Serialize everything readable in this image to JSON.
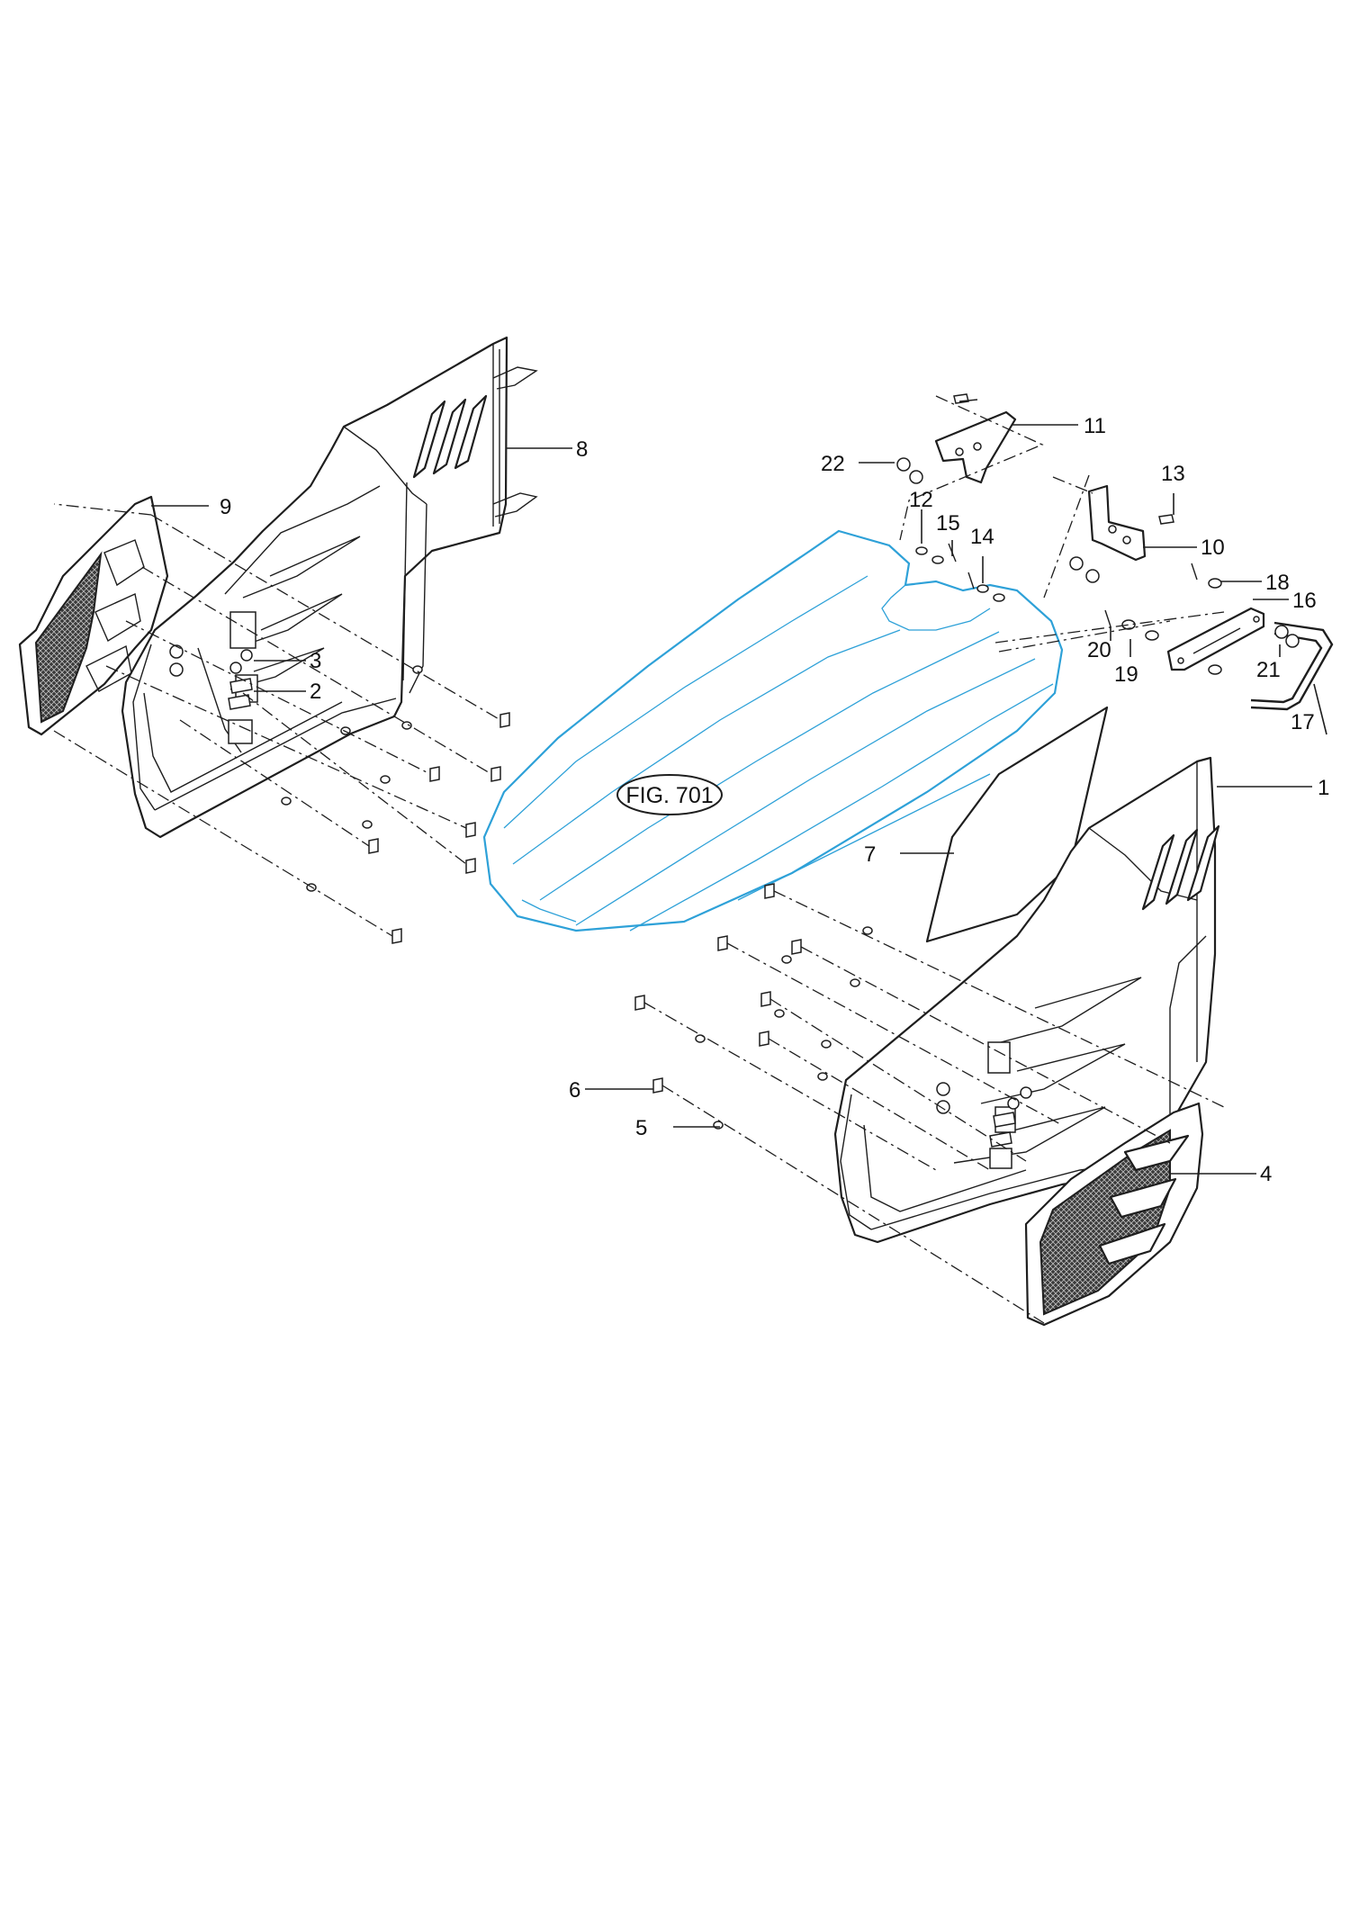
{
  "figure_reference": "FIG. 701",
  "callouts": [
    {
      "id": "c1",
      "label": "1"
    },
    {
      "id": "c2",
      "label": "2"
    },
    {
      "id": "c3",
      "label": "3"
    },
    {
      "id": "c4",
      "label": "4"
    },
    {
      "id": "c5",
      "label": "5"
    },
    {
      "id": "c6",
      "label": "6"
    },
    {
      "id": "c7",
      "label": "7"
    },
    {
      "id": "c8",
      "label": "8"
    },
    {
      "id": "c9",
      "label": "9"
    },
    {
      "id": "c10",
      "label": "10"
    },
    {
      "id": "c11",
      "label": "11"
    },
    {
      "id": "c12",
      "label": "12"
    },
    {
      "id": "c13",
      "label": "13"
    },
    {
      "id": "c14",
      "label": "14"
    },
    {
      "id": "c15",
      "label": "15"
    },
    {
      "id": "c16",
      "label": "16"
    },
    {
      "id": "c17",
      "label": "17"
    },
    {
      "id": "c18",
      "label": "18"
    },
    {
      "id": "c19",
      "label": "19"
    },
    {
      "id": "c20",
      "label": "20"
    },
    {
      "id": "c21",
      "label": "21"
    },
    {
      "id": "c22",
      "label": "22"
    }
  ],
  "colors": {
    "line": "#1e1e1e",
    "hood_highlight": "#2ea1d8",
    "background": "#ffffff"
  }
}
